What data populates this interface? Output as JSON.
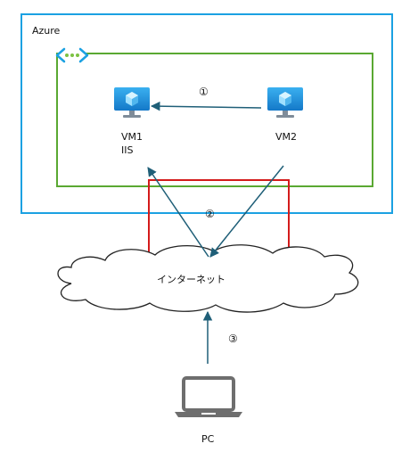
{
  "diagram": {
    "azure_label": "Azure",
    "vm1_label": "VM1",
    "vm1_sublabel": "IIS",
    "vm2_label": "VM2",
    "internet_label": "インターネット",
    "pc_label": "PC",
    "step1_label": "①",
    "step2_label": "②",
    "step3_label": "③",
    "icons": [
      "vnet-icon",
      "vm-icon",
      "vm-icon",
      "cloud-icon",
      "laptop-icon"
    ],
    "colors": {
      "azure_border": "#1ba1e2",
      "vnet_border": "#5aa832",
      "highlight_border": "#d41b1b",
      "arrow": "#1f5f78",
      "vnet_icon": "#1ba1e2",
      "vnet_dots": "#7cc242",
      "vm_screen": "#1e8fd8",
      "vm_stand": "#7f8c99",
      "laptop": "#6e6e6e"
    }
  }
}
